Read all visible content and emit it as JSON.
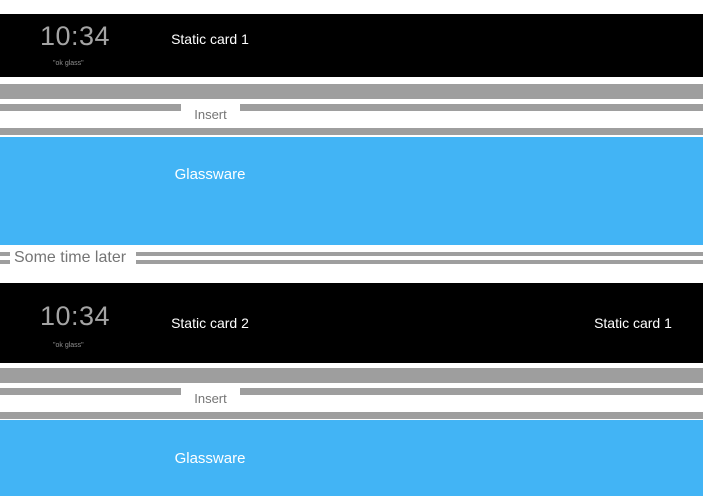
{
  "diagram": {
    "timeline_before": {
      "clock_time": "10:34",
      "clock_hint": "\"ok glass\"",
      "card_label": "Static card 1"
    },
    "insert_before": {
      "label": "Insert"
    },
    "glassware_before": {
      "label": "Glassware"
    },
    "time_break": {
      "label": "Some time later"
    },
    "timeline_after": {
      "clock_time": "10:34",
      "clock_hint": "\"ok glass\"",
      "card_label_front": "Static card 2",
      "card_label_behind": "Static card 1"
    },
    "insert_after": {
      "label": "Insert"
    },
    "glassware_after": {
      "label": "Glassware"
    }
  },
  "colors": {
    "card_background": "#000000",
    "timeline_gray": "#9e9e9e",
    "glassware_blue": "#42b4f5",
    "muted_text": "#757575",
    "clock_text": "#a4a4a4"
  }
}
